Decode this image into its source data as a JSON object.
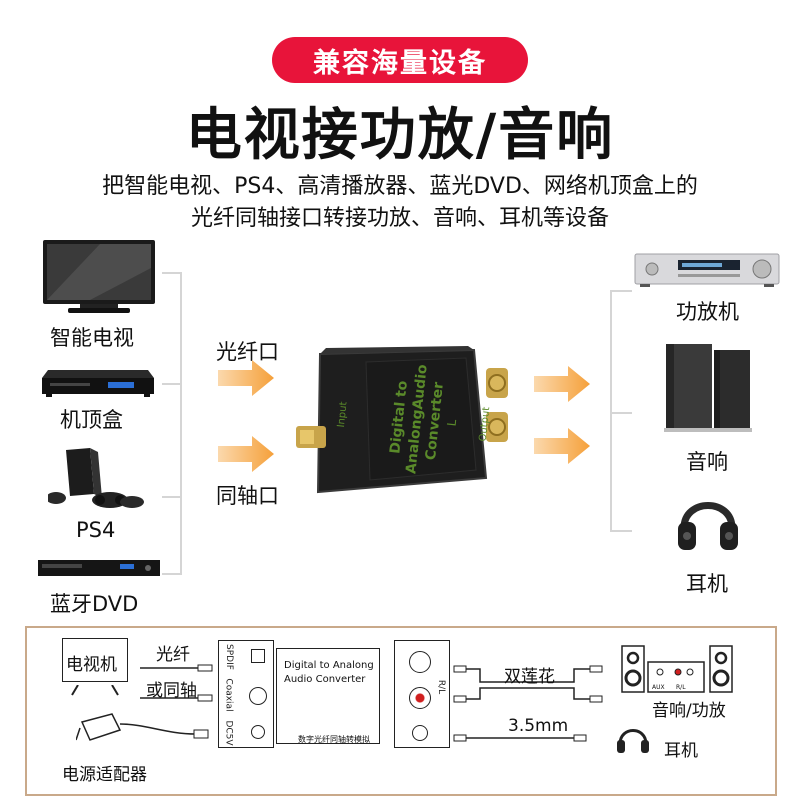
{
  "header": {
    "badge": "兼容海量设备",
    "title": "电视接功放/音响",
    "subtitle_line1": "把智能电视、PS4、高清播放器、蓝光DVD、网络机顶盒上的",
    "subtitle_line2": "光纤同轴接口转接功放、音响、耳机等设备"
  },
  "sources": {
    "tv": "智能电视",
    "settop": "机顶盒",
    "ps4": "PS4",
    "dvd": "蓝牙DVD"
  },
  "inputs": {
    "optical": "光纤口",
    "coaxial": "同轴口"
  },
  "converter": {
    "text_lines": [
      "Digital to",
      "AnalongAudio",
      "Converter",
      "L"
    ],
    "input_label": "Input",
    "output_label": "Output"
  },
  "outputs": {
    "amp": "功放机",
    "speaker": "音响",
    "headphone": "耳机"
  },
  "diagram": {
    "tv_box": "电视机",
    "optical_label": "光纤",
    "coaxial_label": "或同轴",
    "power_label": "电源适配器",
    "port_spdif": "SPDIF",
    "port_coaxial": "Coaxial",
    "port_dc": "DC5V",
    "converter_title_1": "Digital to Analong",
    "converter_title_2": "Audio Converter",
    "converter_footer": "数字光纤同轴转模拟",
    "rl_label": "R/L",
    "rca_label": "双莲花",
    "jack_label": "3.5mm",
    "amp_label": "音响/功放",
    "aux_label": "AUX",
    "rl_small": "R/L",
    "headphone_label": "耳机"
  },
  "colors": {
    "badge": "#e8143a",
    "arrow": "#f5a03a",
    "frame": "#c9a98a",
    "converter_text": "#5a8a2a"
  }
}
